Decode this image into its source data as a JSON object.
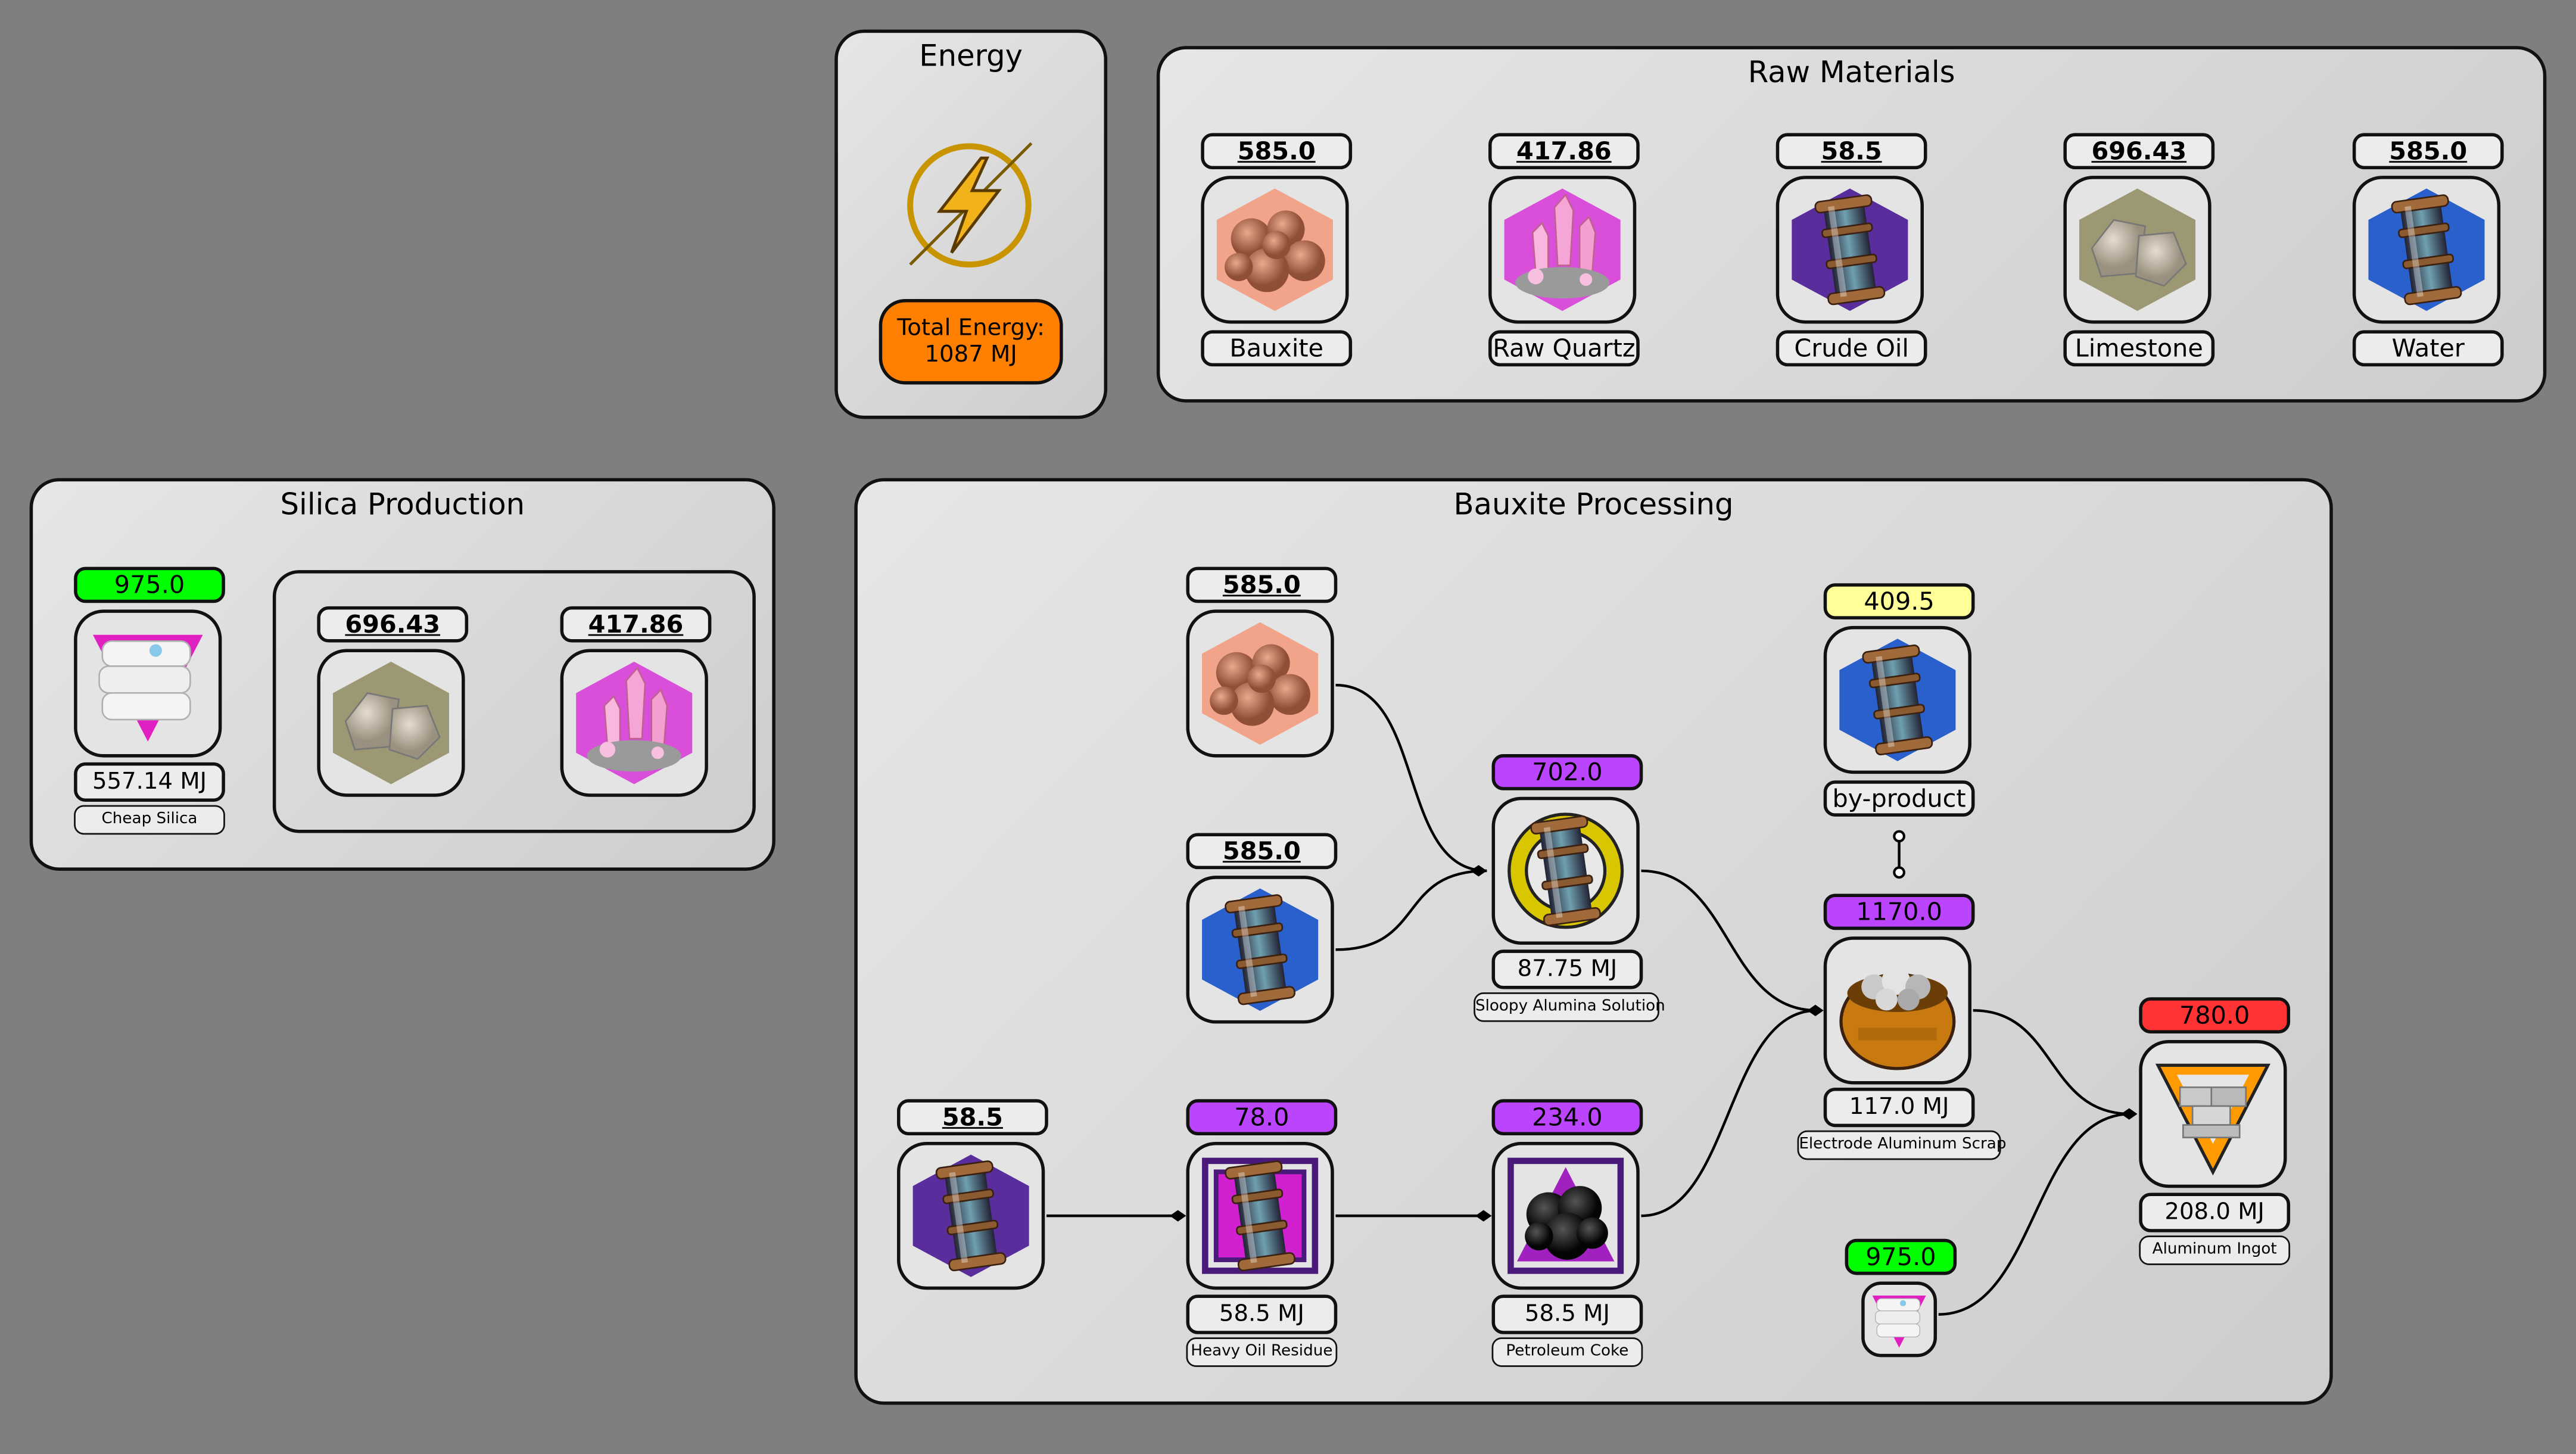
{
  "energy_panel": {
    "title": "Energy",
    "total_label": "Total Energy:",
    "total_value": "1087 MJ"
  },
  "raw_materials": {
    "title": "Raw Materials",
    "items": [
      {
        "amount": "585.0",
        "name": "Bauxite",
        "icon": "bauxite-icon"
      },
      {
        "amount": "417.86",
        "name": "Raw Quartz",
        "icon": "raw-quartz-icon"
      },
      {
        "amount": "58.5",
        "name": "Crude Oil",
        "icon": "crude-oil-icon"
      },
      {
        "amount": "696.43",
        "name": "Limestone",
        "icon": "limestone-icon"
      },
      {
        "amount": "585.0",
        "name": "Water",
        "icon": "water-icon"
      }
    ]
  },
  "silica": {
    "title": "Silica Production",
    "output": {
      "rate": "975.0",
      "energy": "557.14 MJ",
      "name": "Cheap Silica",
      "color": "#00ff00"
    },
    "inputs": [
      "696.43",
      "417.86"
    ]
  },
  "bauxite": {
    "title": "Bauxite Processing",
    "in_bauxite": "585.0",
    "in_water": "585.0",
    "in_crude": "58.5",
    "sloppy": {
      "rate": "702.0",
      "energy": "87.75 MJ",
      "name": "Sloopy Alumina Solution",
      "color": "#bb44ff"
    },
    "byproduct": {
      "rate": "409.5",
      "name": "by-product",
      "color": "#ffff99"
    },
    "scrap": {
      "rate": "1170.0",
      "energy": "117.0 MJ",
      "name": "Electrode Aluminum Scrap",
      "color": "#bb44ff"
    },
    "ingot": {
      "rate": "780.0",
      "energy": "208.0 MJ",
      "name": "Aluminum Ingot",
      "color": "#ff3333"
    },
    "heavy": {
      "rate": "78.0",
      "energy": "58.5 MJ",
      "name": "Heavy Oil Residue",
      "color": "#bb44ff"
    },
    "coke": {
      "rate": "234.0",
      "energy": "58.5 MJ",
      "name": "Petroleum Coke",
      "color": "#bb44ff"
    },
    "silica_in": {
      "rate": "975.0",
      "color": "#00ff00"
    }
  }
}
